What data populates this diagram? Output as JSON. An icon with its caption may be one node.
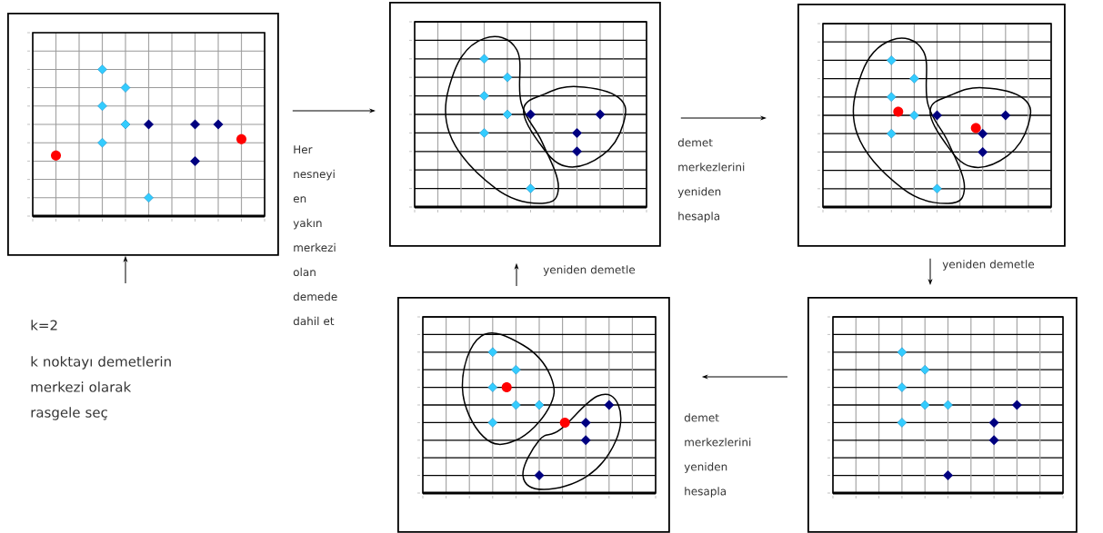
{
  "diagram": {
    "nodes": [
      {
        "text": [],
        "shape": "picture"
      },
      {
        "text": [],
        "shape": "picture"
      },
      {
        "text": [],
        "shape": "picture"
      },
      {
        "text": [],
        "shape": "picture"
      },
      {
        "text": [],
        "shape": "picture"
      }
    ],
    "edges": [
      {
        "from": null,
        "to": 0,
        "arrow": "to"
      },
      {
        "from": 0,
        "to": 1,
        "arrow": "to",
        "label": "Her nesneyi en yakın merkezi olan demede dahil et"
      },
      {
        "from": 1,
        "to": 2,
        "arrow": "to",
        "label": "demet merkezlerini yeniden hesapla"
      },
      {
        "from": 2,
        "to": 4,
        "arrow": "to",
        "label": "yeniden demetle"
      },
      {
        "from": 4,
        "to": 3,
        "arrow": "to",
        "label": "demet merkezlerini yeniden hesapla"
      },
      {
        "from": 3,
        "to": 1,
        "arrow": "to",
        "label": "yeniden demetle"
      }
    ],
    "labels": [
      "k=2",
      "k noktayı demetlerin merkezi olarak rasgele seç"
    ]
  }
}
